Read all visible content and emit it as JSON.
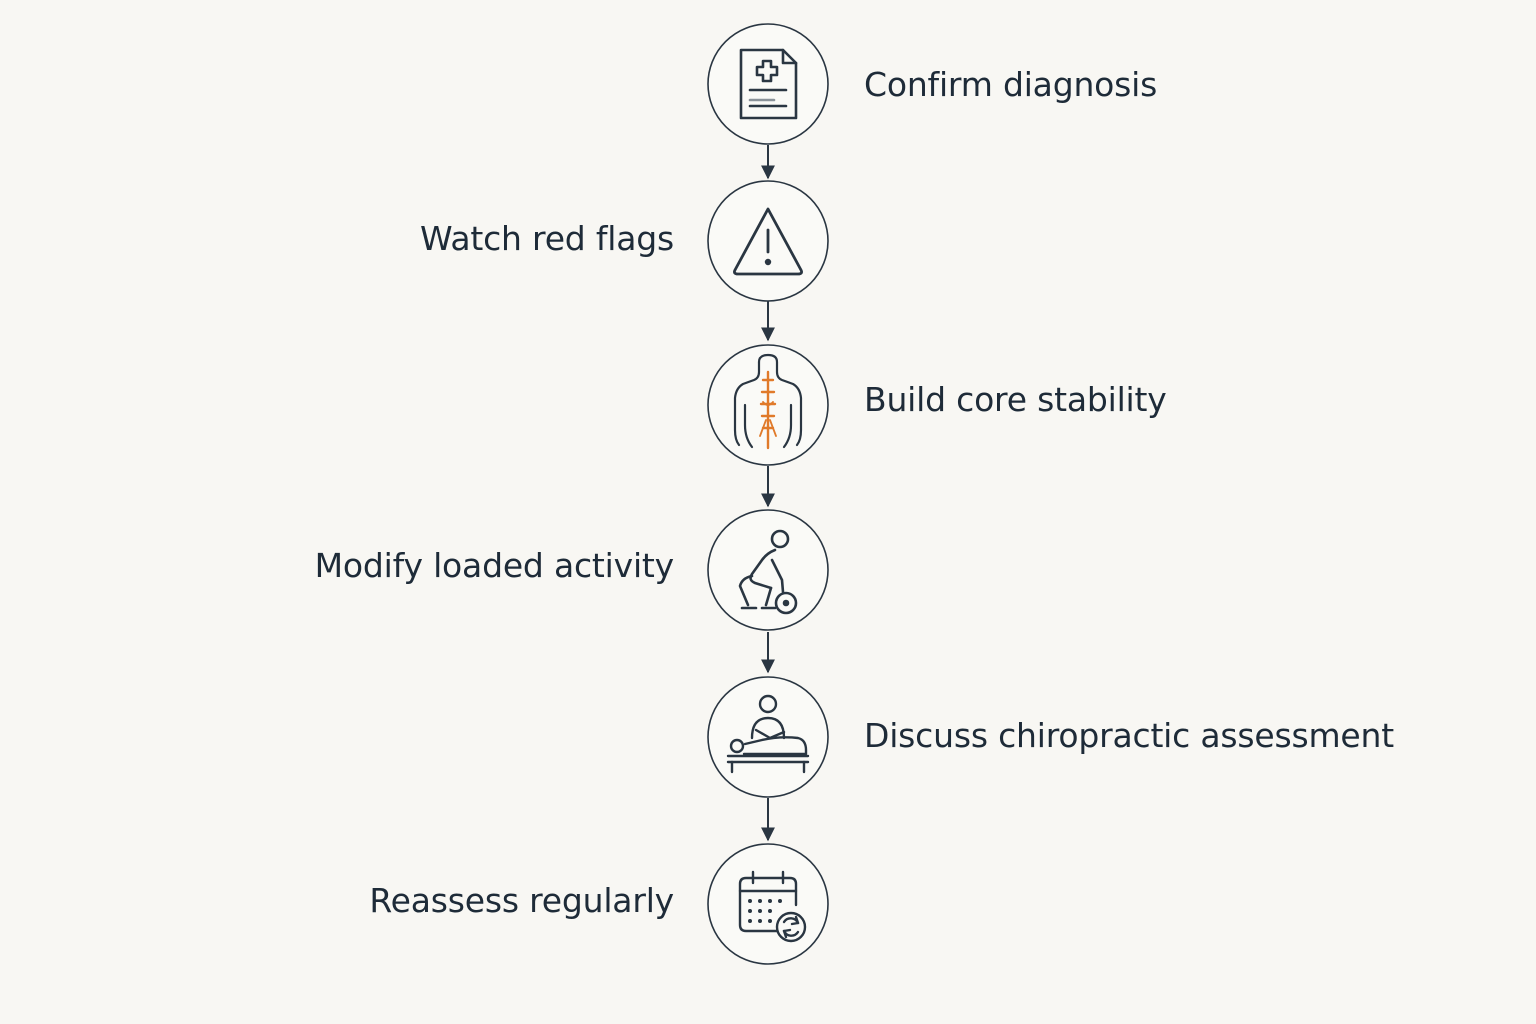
{
  "steps": [
    {
      "label": "Confirm diagnosis",
      "icon": "medical-document-icon"
    },
    {
      "label": "Watch red flags",
      "icon": "warning-triangle-icon"
    },
    {
      "label": "Build core stability",
      "icon": "torso-spine-icon"
    },
    {
      "label": "Modify loaded activity",
      "icon": "squat-lift-weight-icon"
    },
    {
      "label": "Discuss chiropractic assessment",
      "icon": "chiropractor-treatment-icon"
    },
    {
      "label": "Reassess regularly",
      "icon": "calendar-refresh-icon"
    }
  ],
  "colors": {
    "background": "#f8f7f3",
    "circle_fill": "#fafaf7",
    "stroke": "#2a3642",
    "accent": "#e07a2a",
    "text": "#1e2b38"
  }
}
